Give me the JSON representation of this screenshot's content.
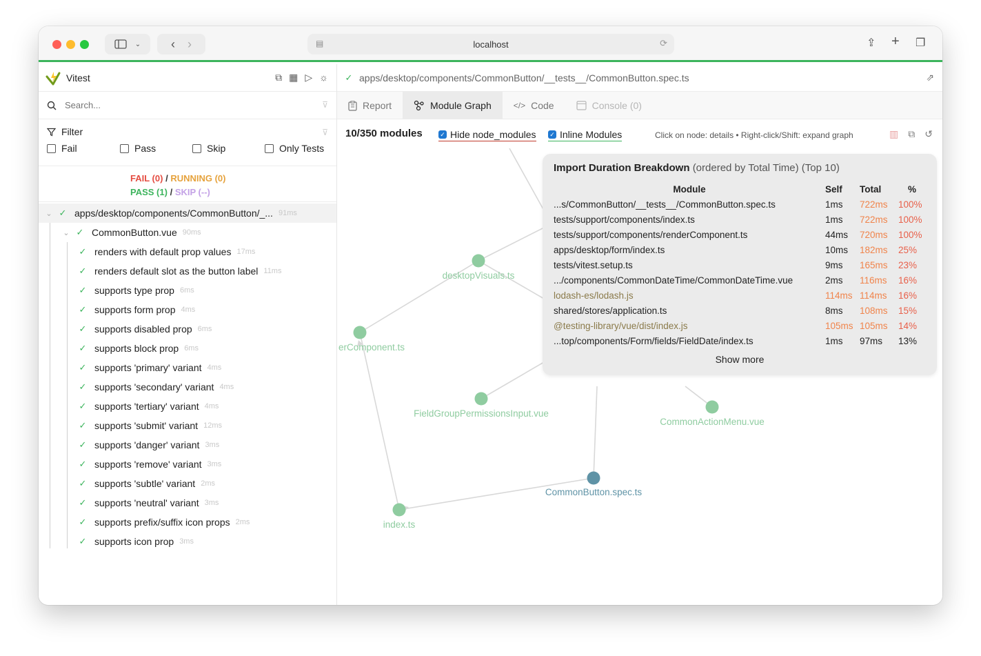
{
  "browser": {
    "url": "localhost"
  },
  "sidebar": {
    "title": "Vitest",
    "search_placeholder": "Search...",
    "filter_label": "Filter",
    "filters": [
      {
        "label": "Fail",
        "checked": false
      },
      {
        "label": "Pass",
        "checked": false
      },
      {
        "label": "Skip",
        "checked": false
      },
      {
        "label": "Only Tests",
        "checked": false
      }
    ],
    "summary": {
      "fail": "FAIL (0)",
      "running": "RUNNING (0)",
      "pass": "PASS (1)",
      "skip": "SKIP (--)",
      "sep": "/"
    },
    "file": {
      "name": "apps/desktop/components/CommonButton/_...",
      "duration": "91ms"
    },
    "suite": {
      "name": "CommonButton.vue",
      "duration": "90ms"
    },
    "tests": [
      {
        "name": "renders with default prop values",
        "duration": "17ms"
      },
      {
        "name": "renders default slot as the button label",
        "duration": "11ms"
      },
      {
        "name": "supports type prop",
        "duration": "6ms"
      },
      {
        "name": "supports form prop",
        "duration": "4ms"
      },
      {
        "name": "supports disabled prop",
        "duration": "6ms"
      },
      {
        "name": "supports block prop",
        "duration": "6ms"
      },
      {
        "name": "supports 'primary' variant",
        "duration": "4ms"
      },
      {
        "name": "supports 'secondary' variant",
        "duration": "4ms"
      },
      {
        "name": "supports 'tertiary' variant",
        "duration": "4ms"
      },
      {
        "name": "supports 'submit' variant",
        "duration": "12ms"
      },
      {
        "name": "supports 'danger' variant",
        "duration": "3ms"
      },
      {
        "name": "supports 'remove' variant",
        "duration": "3ms"
      },
      {
        "name": "supports 'subtle' variant",
        "duration": "2ms"
      },
      {
        "name": "supports 'neutral' variant",
        "duration": "3ms"
      },
      {
        "name": "supports prefix/suffix icon props",
        "duration": "2ms"
      },
      {
        "name": "supports icon prop",
        "duration": "3ms"
      }
    ]
  },
  "main": {
    "path": "apps/desktop/components/CommonButton/__tests__/CommonButton.spec.ts",
    "tabs": [
      {
        "label": "Report",
        "state": "normal"
      },
      {
        "label": "Module Graph",
        "state": "active"
      },
      {
        "label": "Code",
        "state": "normal"
      },
      {
        "label": "Console (0)",
        "state": "disabled"
      }
    ],
    "graph_bar": {
      "count": "10/350 modules",
      "hide_node_modules": "Hide node_modules",
      "inline_modules": "Inline Modules",
      "hint": "Click on node: details • Right-click/Shift: expand graph"
    },
    "graph_nodes": [
      {
        "label": "desktopVisuals.ts"
      },
      {
        "label": "erComponent.ts"
      },
      {
        "label": "FieldGroupPermissionsInput.vue"
      },
      {
        "label": "CommonActionMenu.vue"
      },
      {
        "label": "CommonButton.spec.ts"
      },
      {
        "label": "index.ts"
      }
    ],
    "breakdown": {
      "title": "Import Duration Breakdown",
      "subtitle": "(ordered by Total Time) (Top 10)",
      "headers": {
        "module": "Module",
        "self": "Self",
        "total": "Total",
        "pct": "%"
      },
      "rows": [
        {
          "module": "...s/CommonButton/__tests__/CommonButton.spec.ts",
          "self": "1ms",
          "total": "722ms",
          "pct": "100%",
          "external": false,
          "self_hot": false,
          "total_hot": true
        },
        {
          "module": "tests/support/components/index.ts",
          "self": "1ms",
          "total": "722ms",
          "pct": "100%",
          "external": false,
          "self_hot": false,
          "total_hot": true
        },
        {
          "module": "tests/support/components/renderComponent.ts",
          "self": "44ms",
          "total": "720ms",
          "pct": "100%",
          "external": false,
          "self_hot": false,
          "total_hot": true
        },
        {
          "module": "apps/desktop/form/index.ts",
          "self": "10ms",
          "total": "182ms",
          "pct": "25%",
          "external": false,
          "self_hot": false,
          "total_hot": true
        },
        {
          "module": "tests/vitest.setup.ts",
          "self": "9ms",
          "total": "165ms",
          "pct": "23%",
          "external": false,
          "self_hot": false,
          "total_hot": true
        },
        {
          "module": ".../components/CommonDateTime/CommonDateTime.vue",
          "self": "2ms",
          "total": "116ms",
          "pct": "16%",
          "external": false,
          "self_hot": false,
          "total_hot": true
        },
        {
          "module": "lodash-es/lodash.js",
          "self": "114ms",
          "total": "114ms",
          "pct": "16%",
          "external": true,
          "self_hot": true,
          "total_hot": true
        },
        {
          "module": "shared/stores/application.ts",
          "self": "8ms",
          "total": "108ms",
          "pct": "15%",
          "external": false,
          "self_hot": false,
          "total_hot": true
        },
        {
          "module": "@testing-library/vue/dist/index.js",
          "self": "105ms",
          "total": "105ms",
          "pct": "14%",
          "external": true,
          "self_hot": true,
          "total_hot": true
        },
        {
          "module": "...top/components/Form/fields/FieldDate/index.ts",
          "self": "1ms",
          "total": "97ms",
          "pct": "13%",
          "external": false,
          "self_hot": false,
          "total_hot": false
        }
      ],
      "show_more": "Show more"
    }
  },
  "colors": {
    "accent_green": "#3cb45c",
    "node_green": "#8fcca0",
    "node_blue": "#5f93a6",
    "hot_orange": "#f0834a",
    "hot_red": "#e8604a",
    "external_brown": "#8a7a4a"
  }
}
